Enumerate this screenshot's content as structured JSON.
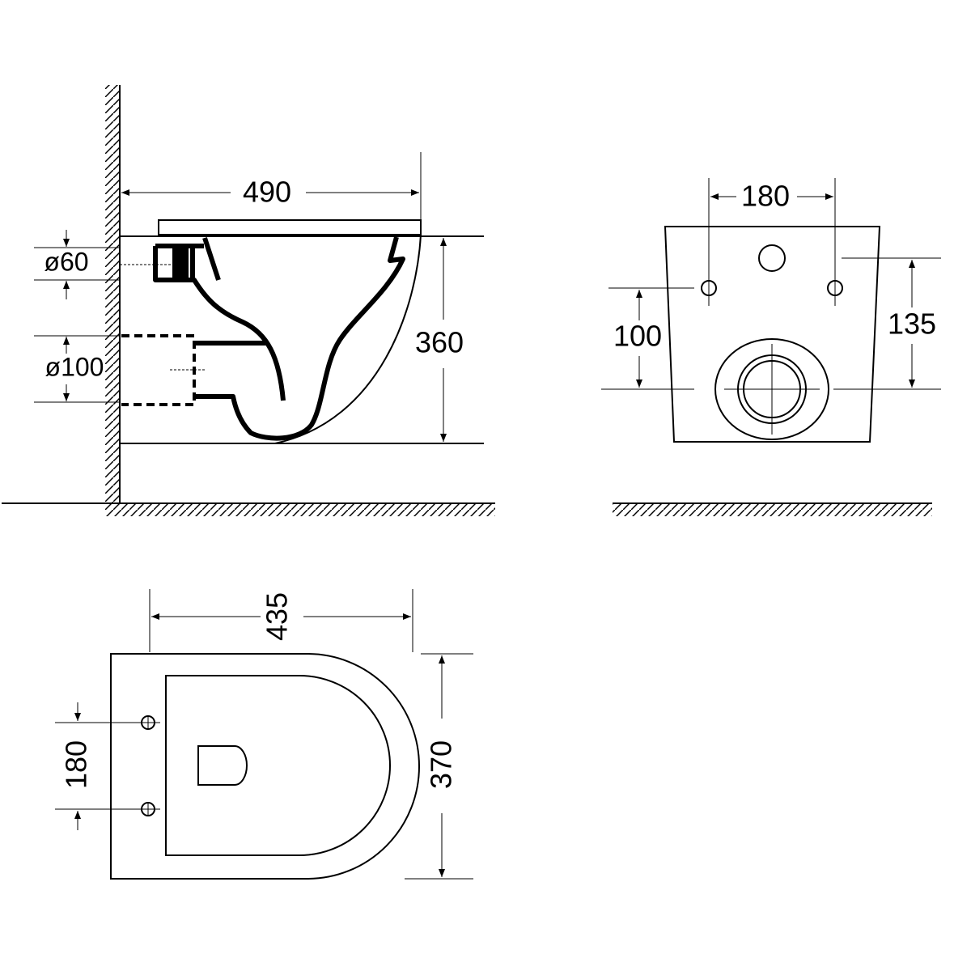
{
  "side_view": {
    "width_label": "490",
    "height_label": "360",
    "inlet_label": "ø60",
    "outlet_label": "ø100"
  },
  "front_view": {
    "bolt_spacing_label": "180",
    "bolt_height_label": "100",
    "inlet_height_label": "135"
  },
  "top_view": {
    "width_label": "435",
    "depth_label": "370",
    "bolt_spacing_label": "180"
  }
}
